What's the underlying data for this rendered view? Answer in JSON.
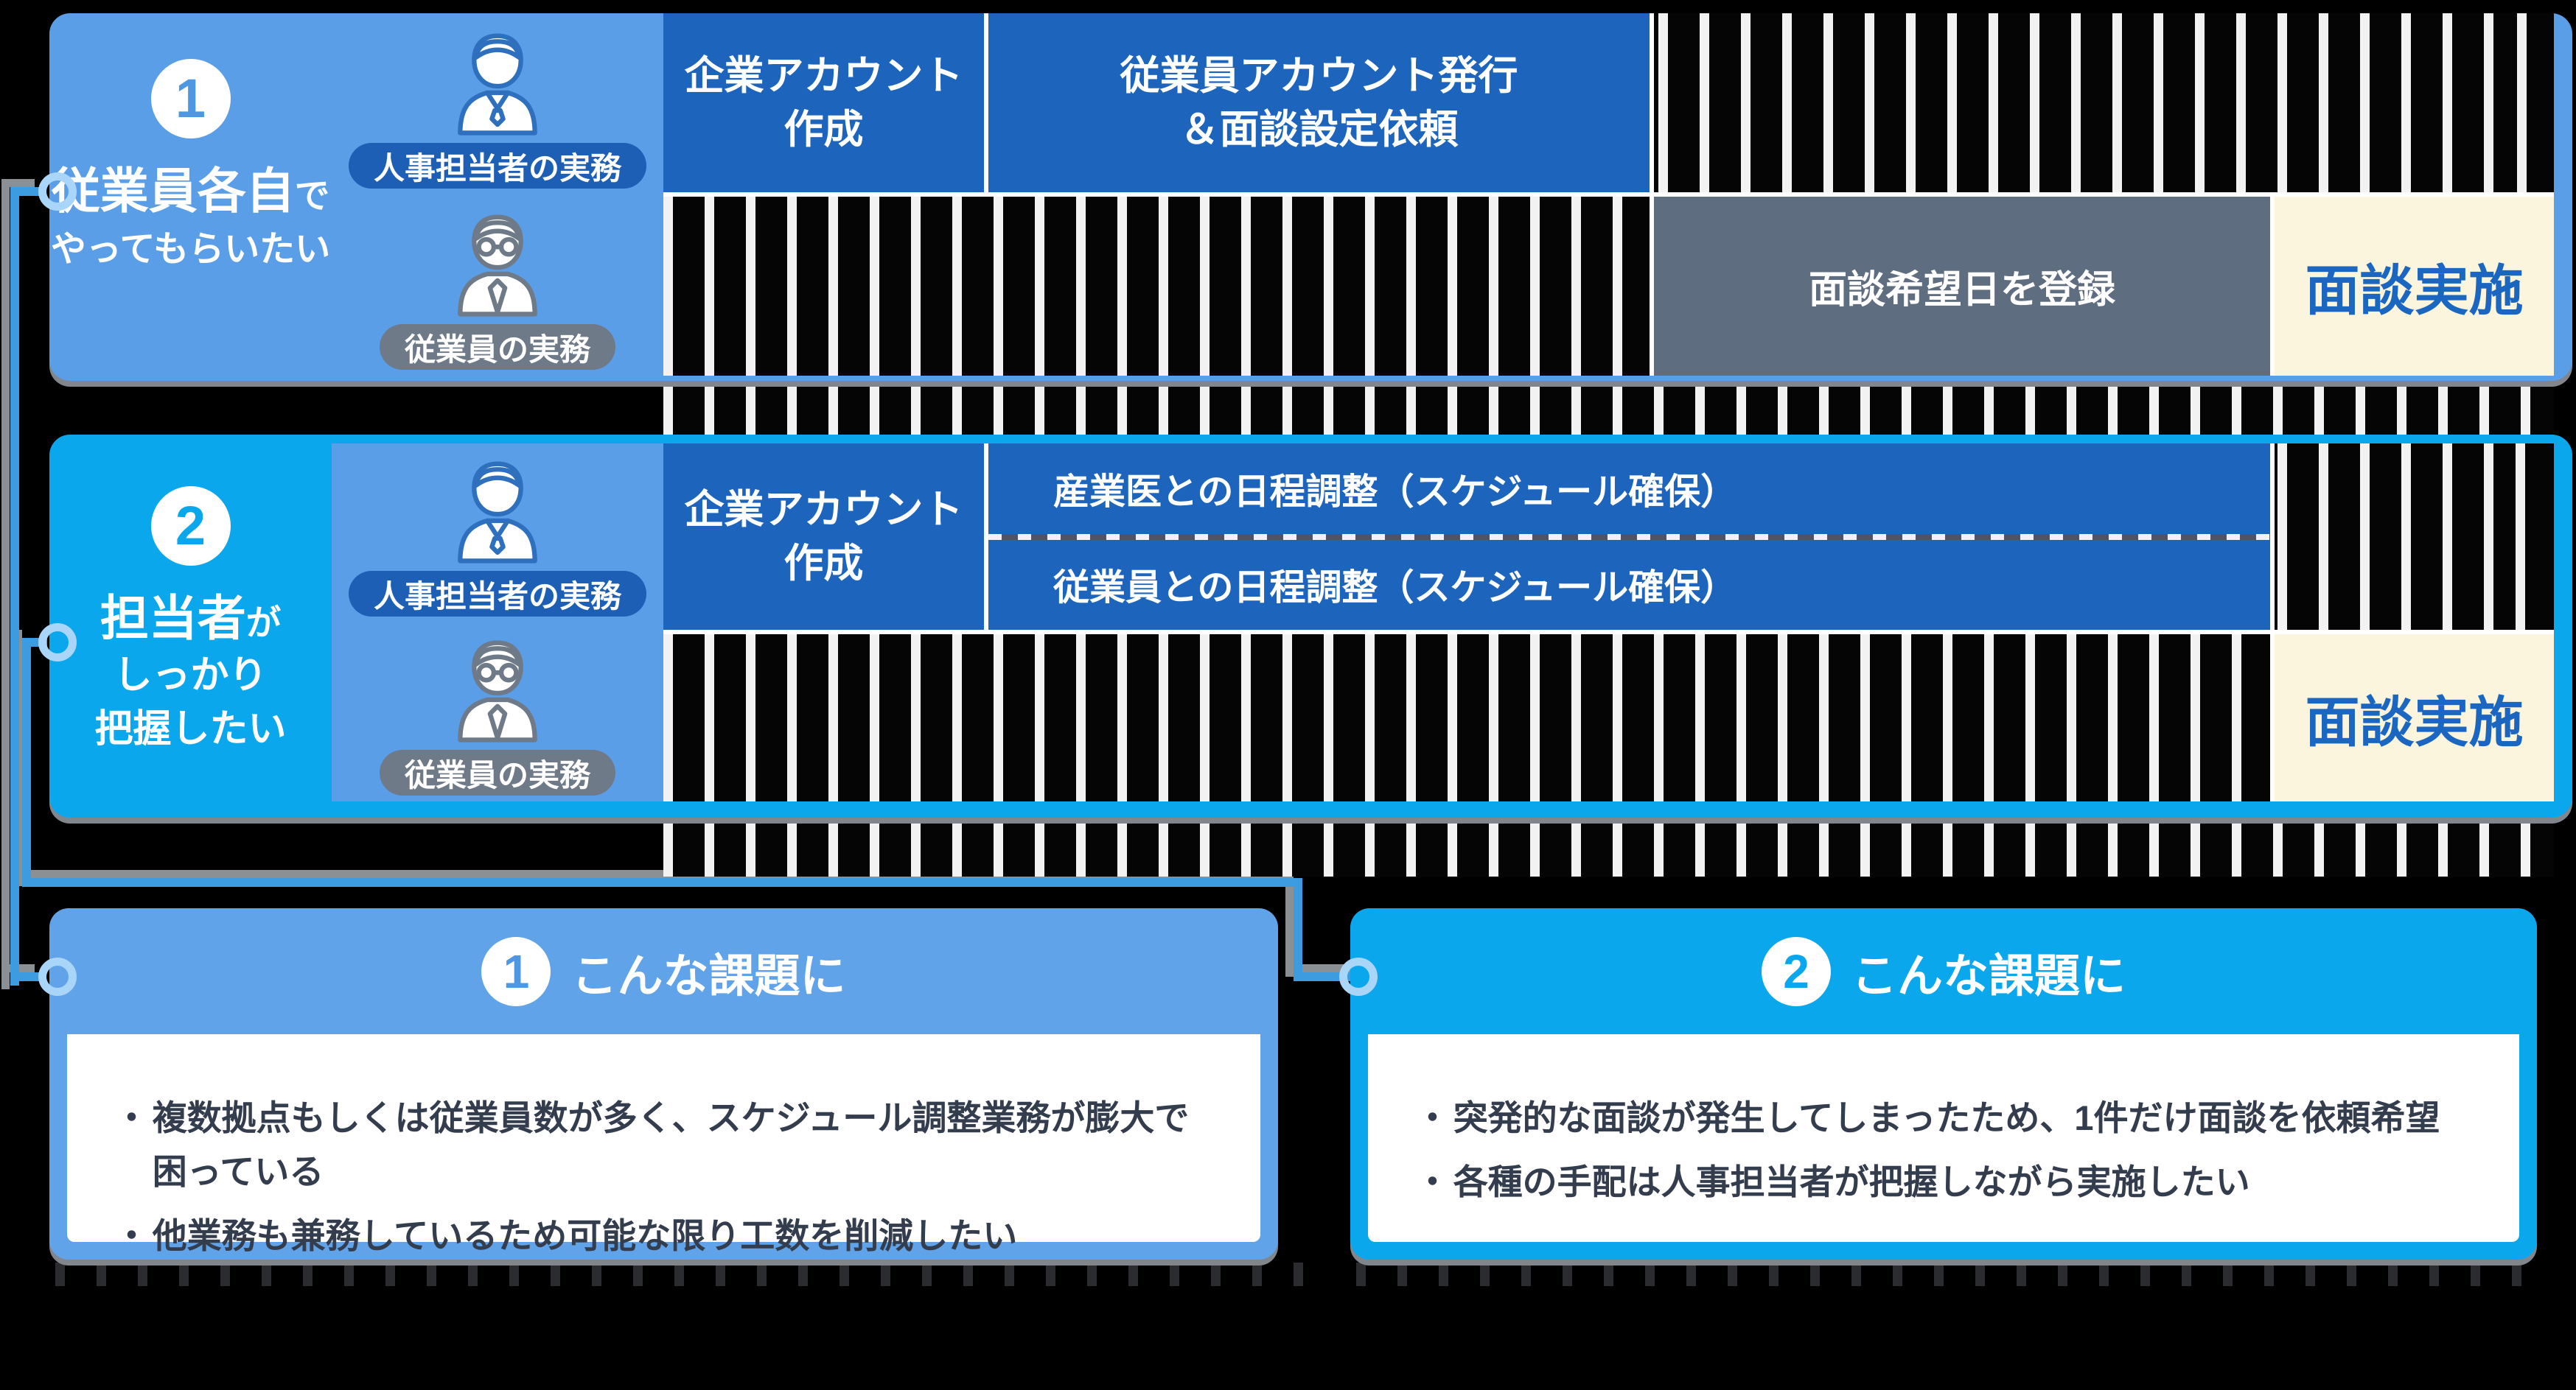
{
  "ui": {
    "bullet": "・"
  },
  "personas": {
    "hr_badge": "人事担当者の実務",
    "employee_badge": "従業員の実務"
  },
  "section1": {
    "number": "1",
    "title_main": "従業員各自",
    "title_suffix": "で",
    "title_line2": "やってもらいたい",
    "steps": {
      "corp_account_l1": "企業アカウント",
      "corp_account_l2": "作成",
      "employee_account_l1": "従業員アカウント発行",
      "employee_account_l2": "＆面談設定依頼",
      "register_date": "面談希望日を登録",
      "interview": "面談実施"
    }
  },
  "section2": {
    "number": "2",
    "title_main": "担当者",
    "title_suffix": "が",
    "title_line2": "しっかり",
    "title_line3": "把握したい",
    "steps": {
      "corp_account_l1": "企業アカウント",
      "corp_account_l2": "作成",
      "doctor_schedule": "産業医との日程調整（スケジュール確保）",
      "employee_schedule": "従業員との日程調整（スケジュール確保）",
      "interview": "面談実施"
    }
  },
  "issues1": {
    "number": "1",
    "heading": "こんな課題に",
    "bullets": [
      "複数拠点もしくは従業員数が多く、スケジュール調整業務が膨大で困っている",
      "他業務も兼務しているため可能な限り工数を削減したい"
    ]
  },
  "issues2": {
    "number": "2",
    "heading": "こんな課題に",
    "bullets": [
      "突発的な面談が発生してしまったため、1件だけ面談を依頼希望",
      "各種の手配は人事担当者が把握しながら実施したい"
    ]
  },
  "colors": {
    "panel1_bg": "#5B9EE8",
    "panel2_bg": "#0BA7ED",
    "dark_block": "#1D64BD",
    "hr_badge_bg": "#1C5FB4",
    "employee_badge_bg": "#6E7A87",
    "gray_block": "#5F6D80",
    "cream_block": "#FAF5DC",
    "cream_block_text": "#1A66C1",
    "issues1_header_bg": "#60A3E9",
    "body_text": "#333D4D",
    "connector_line": "#3D9BE0",
    "connector_ring": "#A9D5F8",
    "background": "#000000"
  }
}
